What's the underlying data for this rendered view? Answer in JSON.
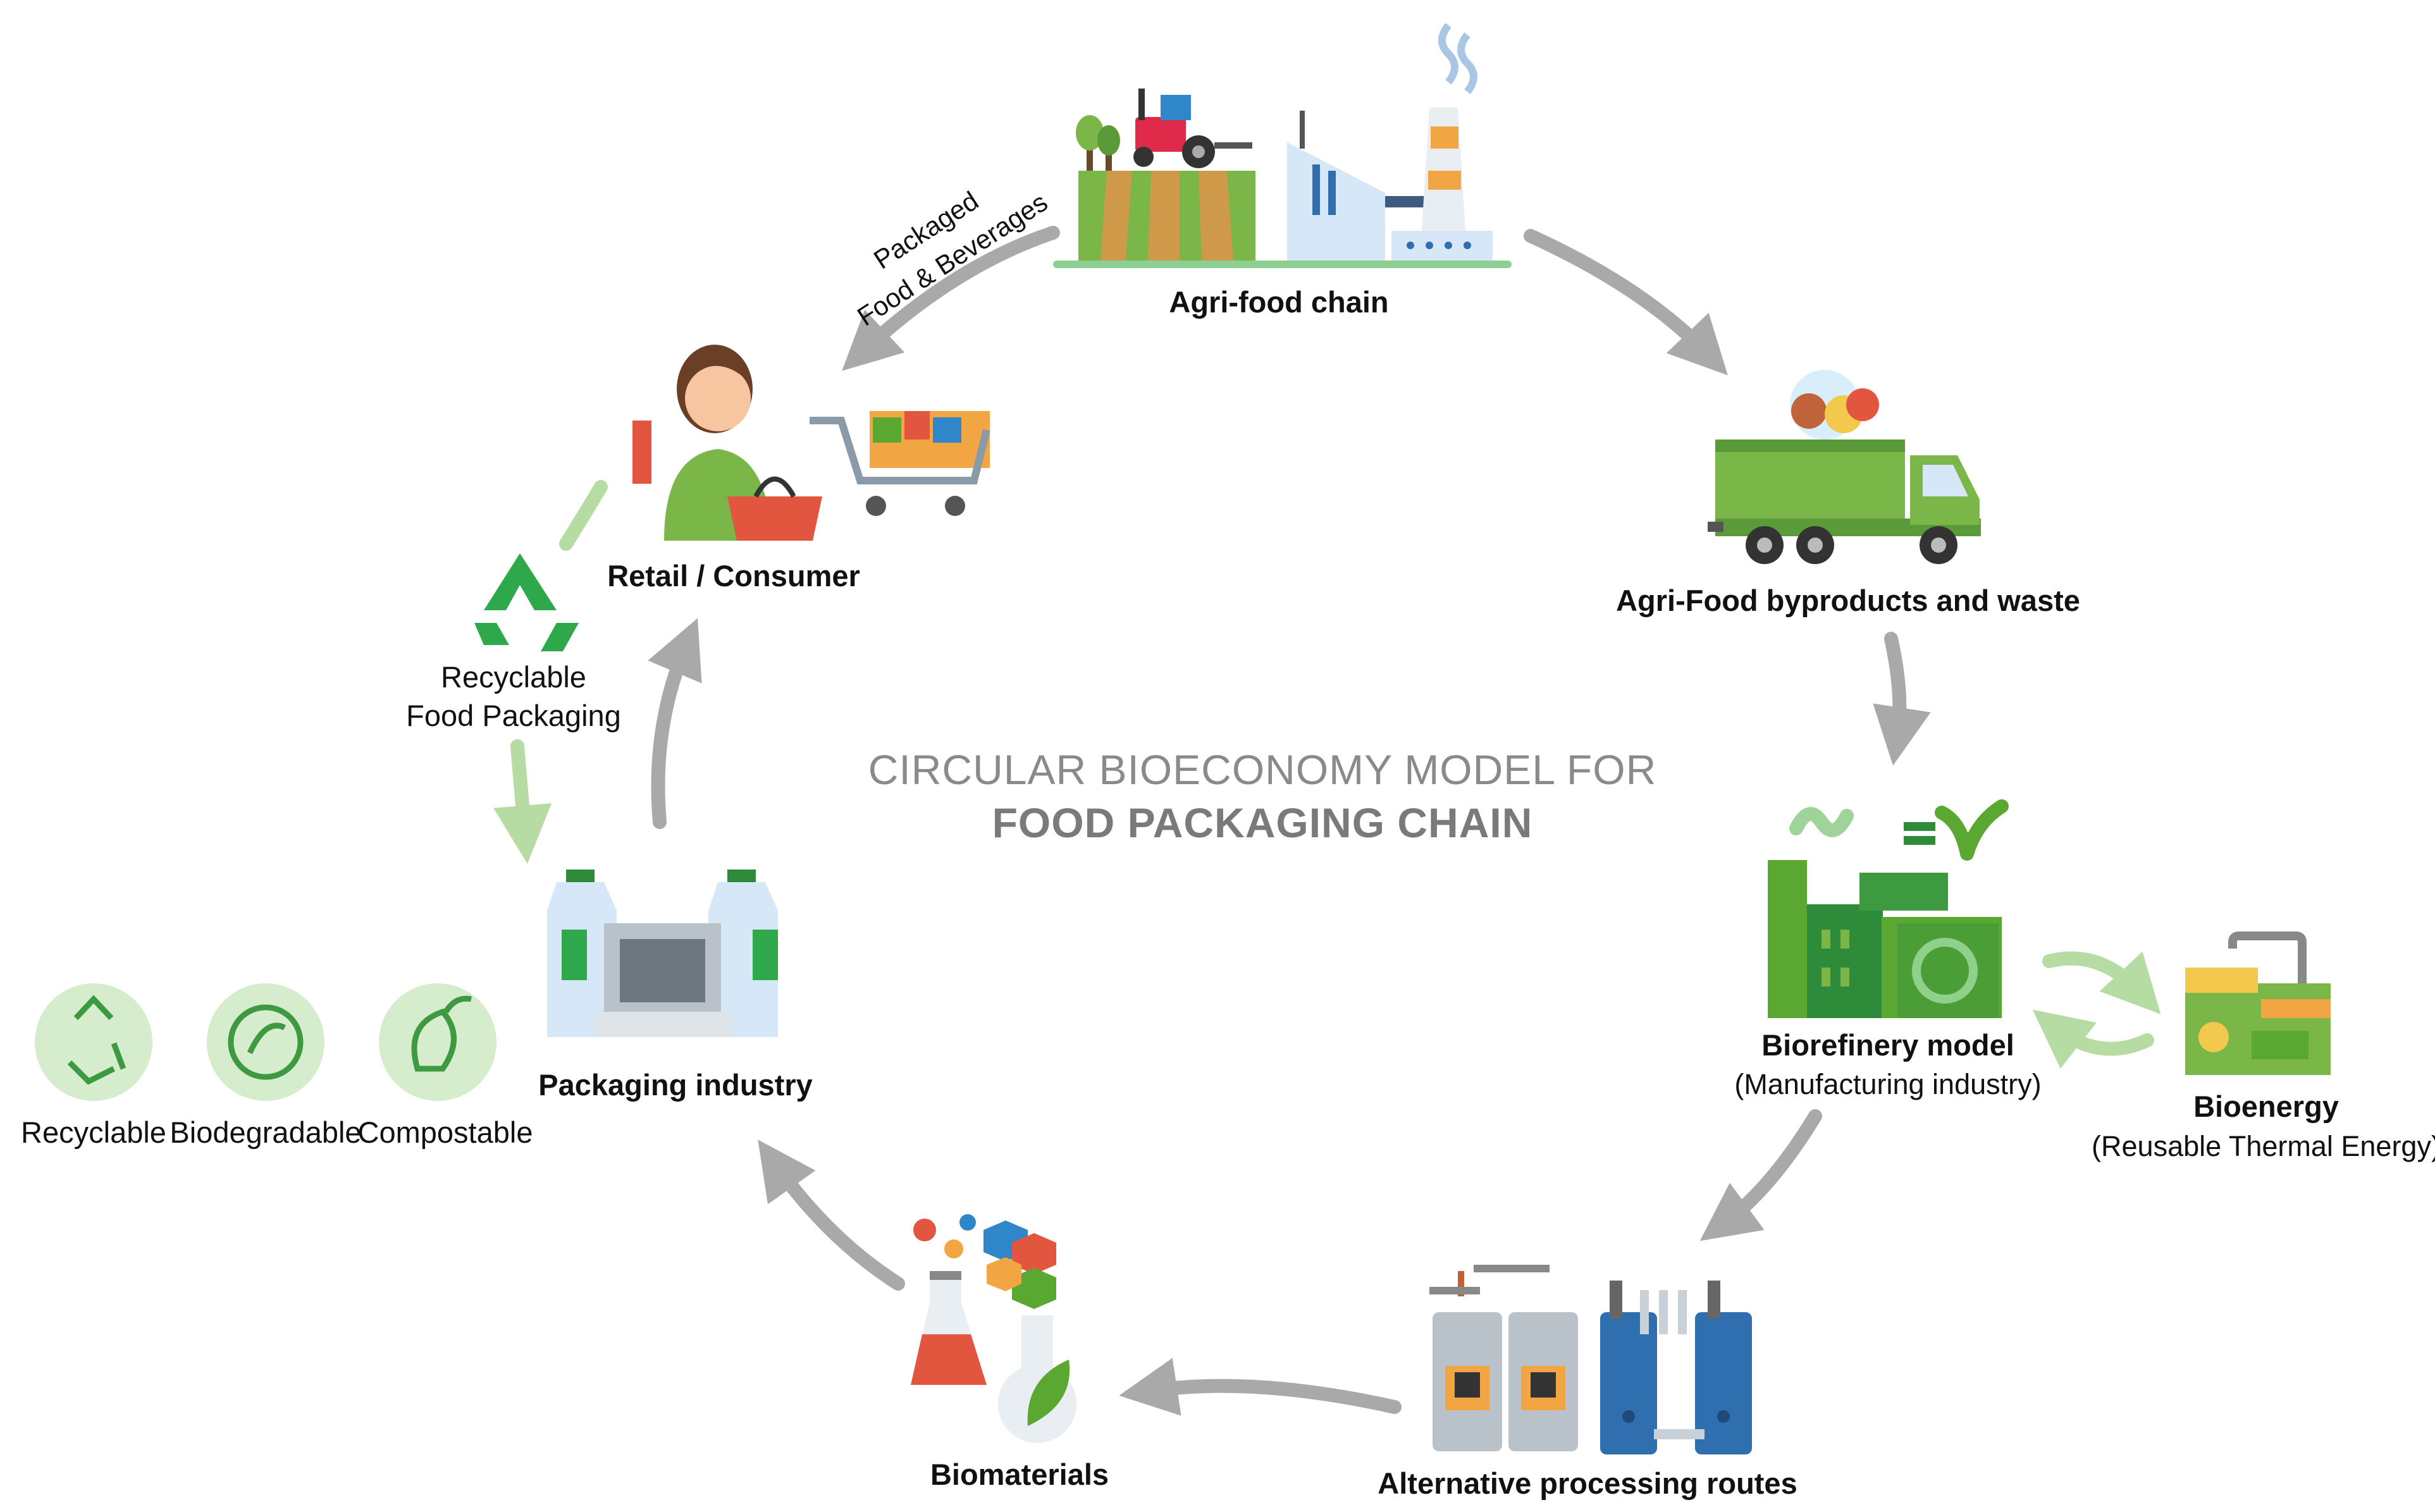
{
  "title": {
    "line1": "CIRCULAR BIOECONOMY MODEL FOR",
    "line2": "FOOD PACKAGING CHAIN"
  },
  "nodes": {
    "agri_food_chain": "Agri-food chain",
    "byproducts": "Agri-Food byproducts and waste",
    "biorefinery": "Biorefinery model",
    "biorefinery_sub": "(Manufacturing industry)",
    "bioenergy": "Bioenergy",
    "bioenergy_sub": "(Reusable Thermal Energy)",
    "alternative_routes": "Alternative processing routes",
    "biomaterials": "Biomaterials",
    "packaging_industry": "Packaging industry",
    "retail_consumer": "Retail / Consumer"
  },
  "flow_labels": {
    "packaged_line1": "Packaged",
    "packaged_line2": "Food & Beverages",
    "recyclable_line1": "Recyclable",
    "recyclable_line2": "Food Packaging"
  },
  "packaging_types": [
    "Recyclable",
    "Biodegradable",
    "Compostable"
  ],
  "colors": {
    "arrow_gray": "#a9a9a9",
    "arrow_green": "#b6dca4",
    "green_dark": "#2e8b3a",
    "green_mid": "#5aa832",
    "title_gray": "#8a8a8a"
  }
}
